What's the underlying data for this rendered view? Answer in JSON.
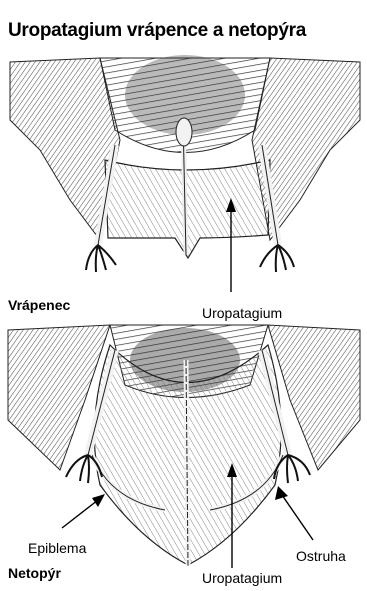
{
  "title": "Uropatagium vrápence a netopýra",
  "top_figure": {
    "animal_label": "Vrápenec",
    "part_label": "Uropatagium"
  },
  "bottom_figure": {
    "animal_label": "Netopýr",
    "labels": {
      "epiblema": "Epiblema",
      "ostruha": "Ostruha",
      "uropatagium": "Uropatagium"
    }
  }
}
